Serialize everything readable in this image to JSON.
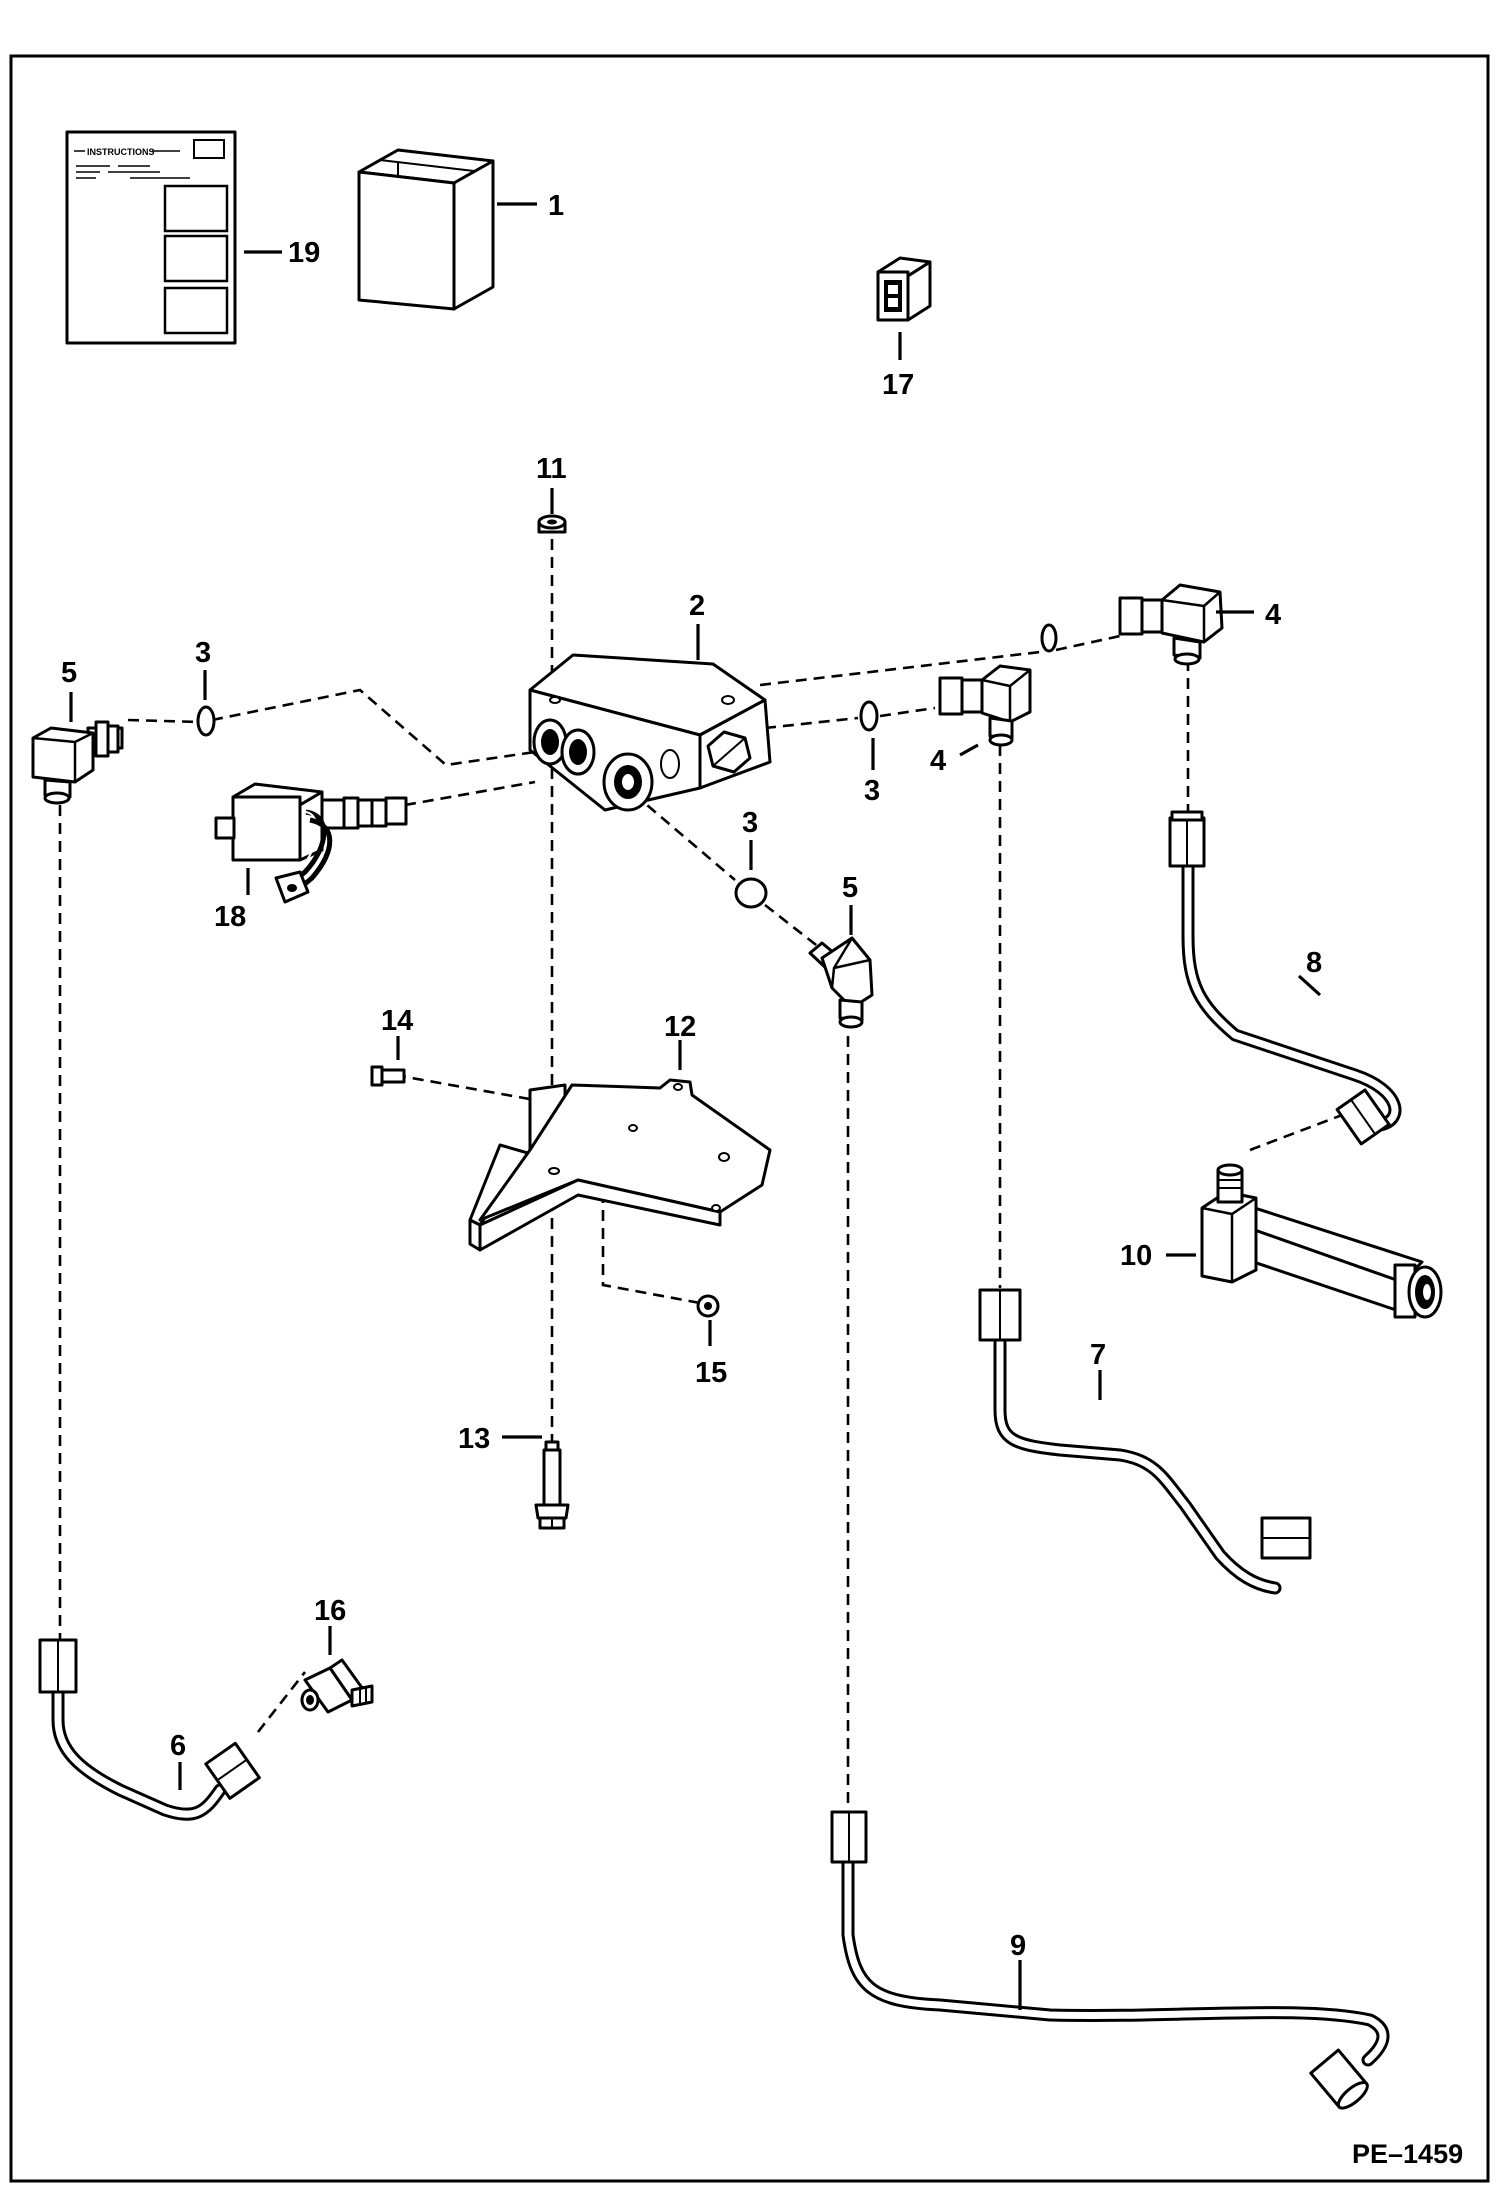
{
  "drawing_id": "PE–1459",
  "instructions_heading": "INSTRUCTIONS",
  "callouts": {
    "c1": "1",
    "c2": "2",
    "c3a": "3",
    "c3b": "3",
    "c3c": "3",
    "c4a": "4",
    "c4b": "4",
    "c5a": "5",
    "c5b": "5",
    "c6": "6",
    "c7": "7",
    "c8": "8",
    "c9": "9",
    "c10": "10",
    "c11": "11",
    "c12": "12",
    "c13": "13",
    "c14": "14",
    "c15": "15",
    "c16": "16",
    "c17": "17",
    "c18": "18",
    "c19": "19"
  }
}
